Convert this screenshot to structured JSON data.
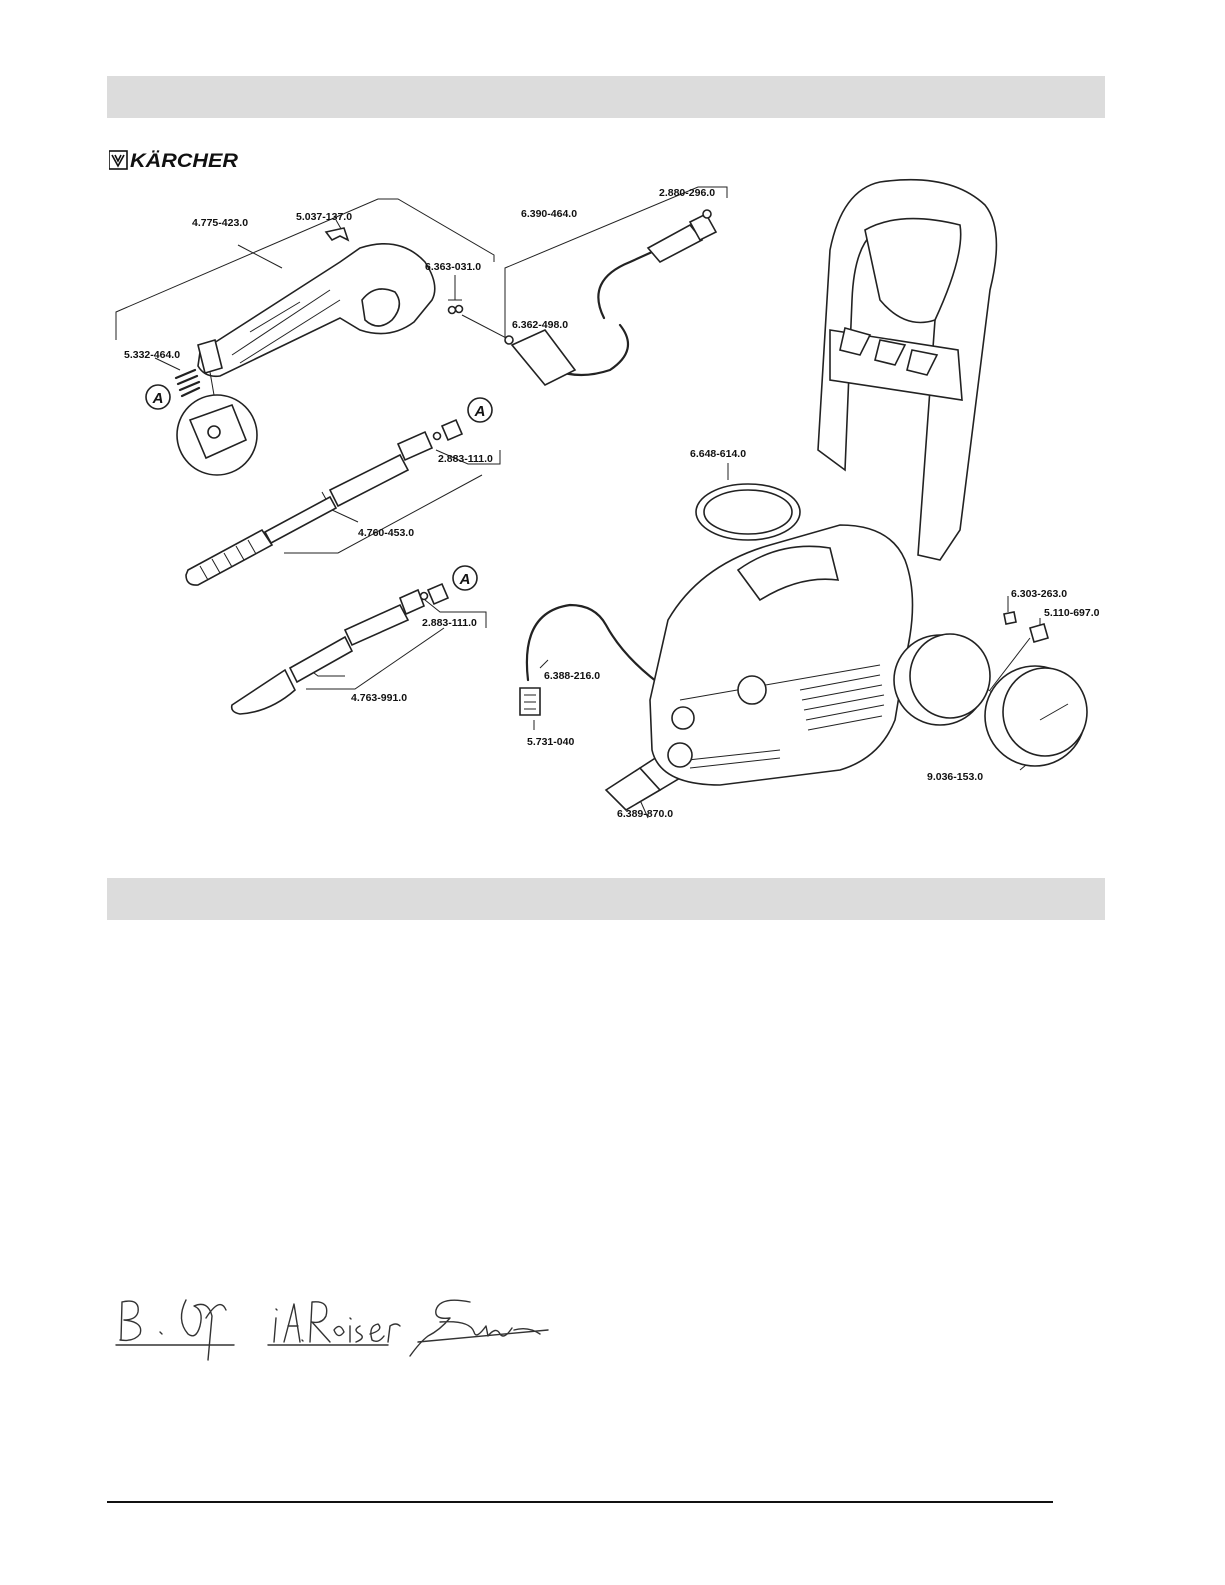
{
  "brand": {
    "logo_text": "KÄRCHER"
  },
  "parts": {
    "gun": "4.775-423.0",
    "trigger_lock": "5.037-137.0",
    "spring": "5.332-464.0",
    "gun_orings": "6.363-031.0",
    "hose": "6.390-464.0",
    "hose_oring_end": "2.880-296.0",
    "hose_oring_start": "6.362-498.0",
    "lance_orings_1": "2.883-111.0",
    "spray_lance": "4.760-453.0",
    "lance_orings_2": "2.883-111.0",
    "dirt_blaster": "4.763-991.0",
    "suction_hose": "6.388-216.0",
    "filter": "5.731-040",
    "hose_coupling": "6.389-870.0",
    "hose_ring": "6.648-614.0",
    "wheel_screw": "6.303-263.0",
    "wheel_washer": "5.110-697.0",
    "wheel": "9.036-153.0"
  },
  "markers": {
    "a1": "A",
    "a2": "A",
    "a3": "A"
  }
}
